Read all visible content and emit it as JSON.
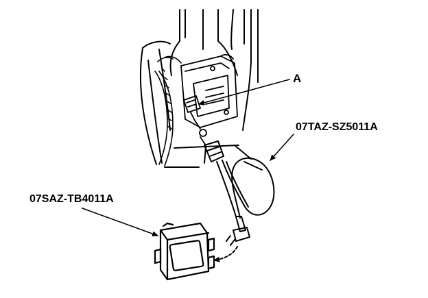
{
  "labels": {
    "part_a": "A",
    "cable_part": "07TAZ-SZ5011A",
    "box_part": "07SAZ-TB4011A"
  },
  "colors": {
    "ink": "#000000",
    "background": "#ffffff"
  }
}
